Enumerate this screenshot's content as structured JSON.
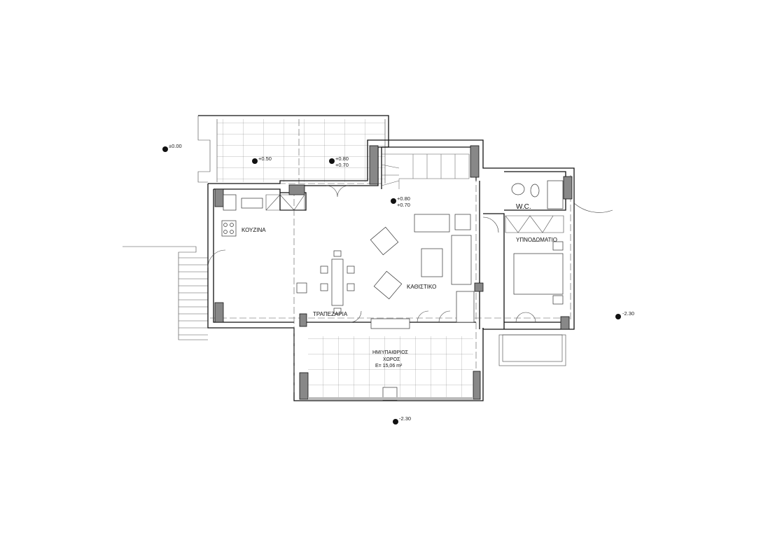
{
  "rooms": {
    "kitchen": "ΚΟΥΖΙΝΑ",
    "dining": "ΤΡΑΠΕΖΑΡΙΑ",
    "living": "ΚΑΘΙΣΤΙΚΟ",
    "wc": "W.C.",
    "bedroom": "ΥΠΝΟΔΩΜΑΤΙΟ",
    "porch_line1": "ΗΜΙΥΠΑΙΘΡΙΟΣ",
    "porch_line2": "ΧΩΡΟΣ",
    "porch_area": "E= 15,06 m²"
  },
  "levels": {
    "ground": "±0.00",
    "terrace": "+0.50",
    "terrace_upper_a": "+0.80",
    "terrace_upper_b": "+0.70",
    "hall_a": "+0.80",
    "hall_b": "+0.70",
    "east": "-2.30",
    "south": "-2.30"
  },
  "colors": {
    "line": "#111111",
    "column": "#888888"
  }
}
